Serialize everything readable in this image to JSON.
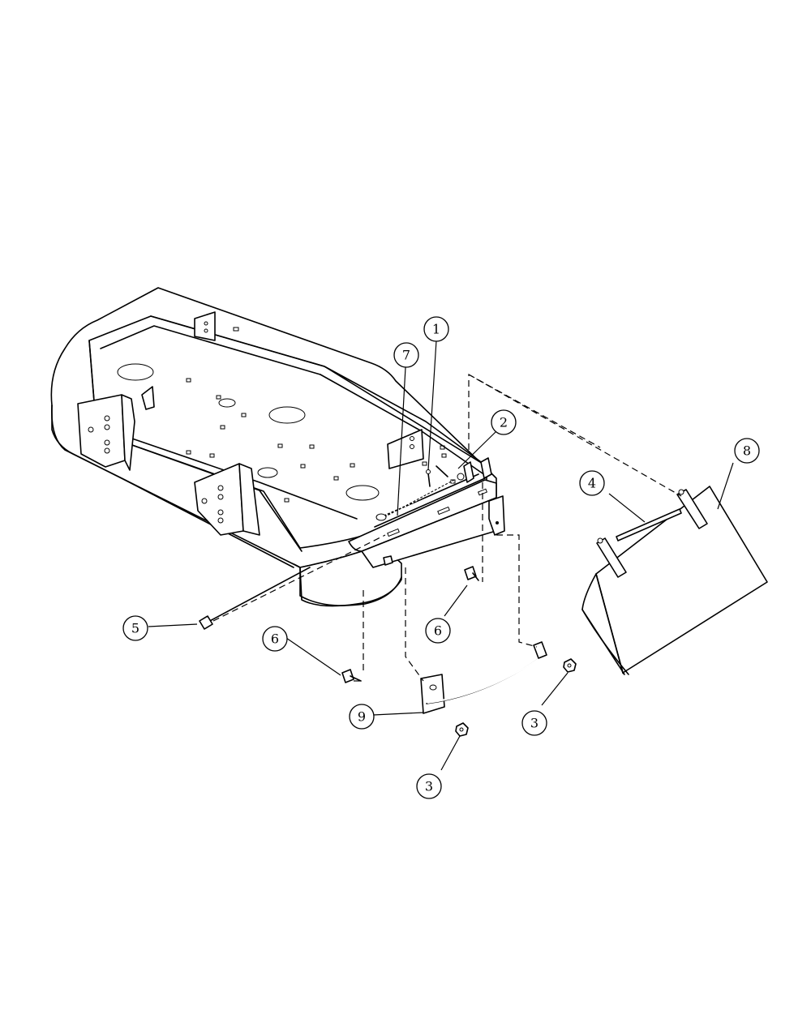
{
  "callouts": [
    {
      "id": "c1",
      "label": "1"
    },
    {
      "id": "c2",
      "label": "2"
    },
    {
      "id": "c3a",
      "label": "3"
    },
    {
      "id": "c3b",
      "label": "3"
    },
    {
      "id": "c4",
      "label": "4"
    },
    {
      "id": "c5",
      "label": "5"
    },
    {
      "id": "c6a",
      "label": "6"
    },
    {
      "id": "c6b",
      "label": "6"
    },
    {
      "id": "c7",
      "label": "7"
    },
    {
      "id": "c8",
      "label": "8"
    },
    {
      "id": "c9",
      "label": "9"
    }
  ]
}
